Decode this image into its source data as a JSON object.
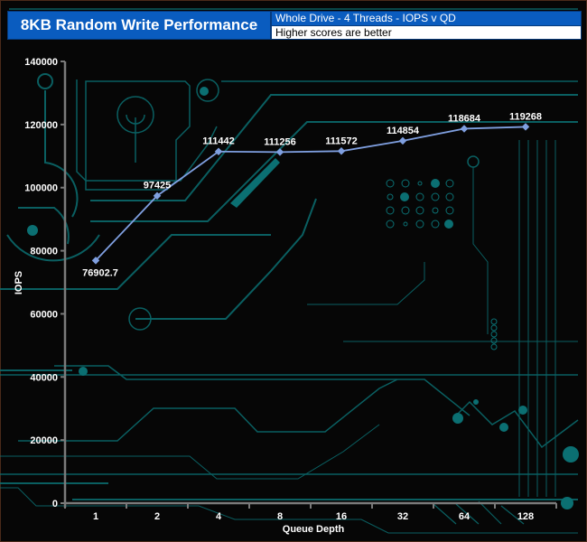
{
  "header": {
    "title": "8KB Random Write Performance",
    "subtitle": "Whole Drive - 4 Threads - IOPS v QD",
    "note": "Higher scores are better"
  },
  "colors": {
    "header_blue": "#0a5cbf",
    "series_line": "#7f9fe0",
    "circuit": "#0b6f72",
    "axis": "#7a7a7a",
    "background": "#060606"
  },
  "chart_data": {
    "type": "line",
    "title": "8KB Random Write Performance",
    "subtitle": "Whole Drive - 4 Threads - IOPS v QD",
    "xlabel": "Queue Depth",
    "ylabel": "IOPS",
    "categories": [
      "1",
      "2",
      "4",
      "8",
      "16",
      "32",
      "64",
      "128"
    ],
    "series": [
      {
        "name": "IOPS",
        "values": [
          76902.7,
          97425,
          111442,
          111256,
          111572,
          114854,
          118684,
          119268
        ],
        "labels": [
          "76902.7",
          "97425",
          "111442",
          "111256",
          "111572",
          "114854",
          "118684",
          "119268"
        ]
      }
    ],
    "ylim": [
      0,
      140000
    ],
    "yticks": [
      0,
      20000,
      40000,
      60000,
      80000,
      100000,
      120000,
      140000
    ],
    "ytick_labels": [
      "0",
      "20000",
      "40000",
      "60000",
      "80000",
      "100000",
      "120000",
      "140000"
    ],
    "grid": false,
    "legend": "none"
  }
}
